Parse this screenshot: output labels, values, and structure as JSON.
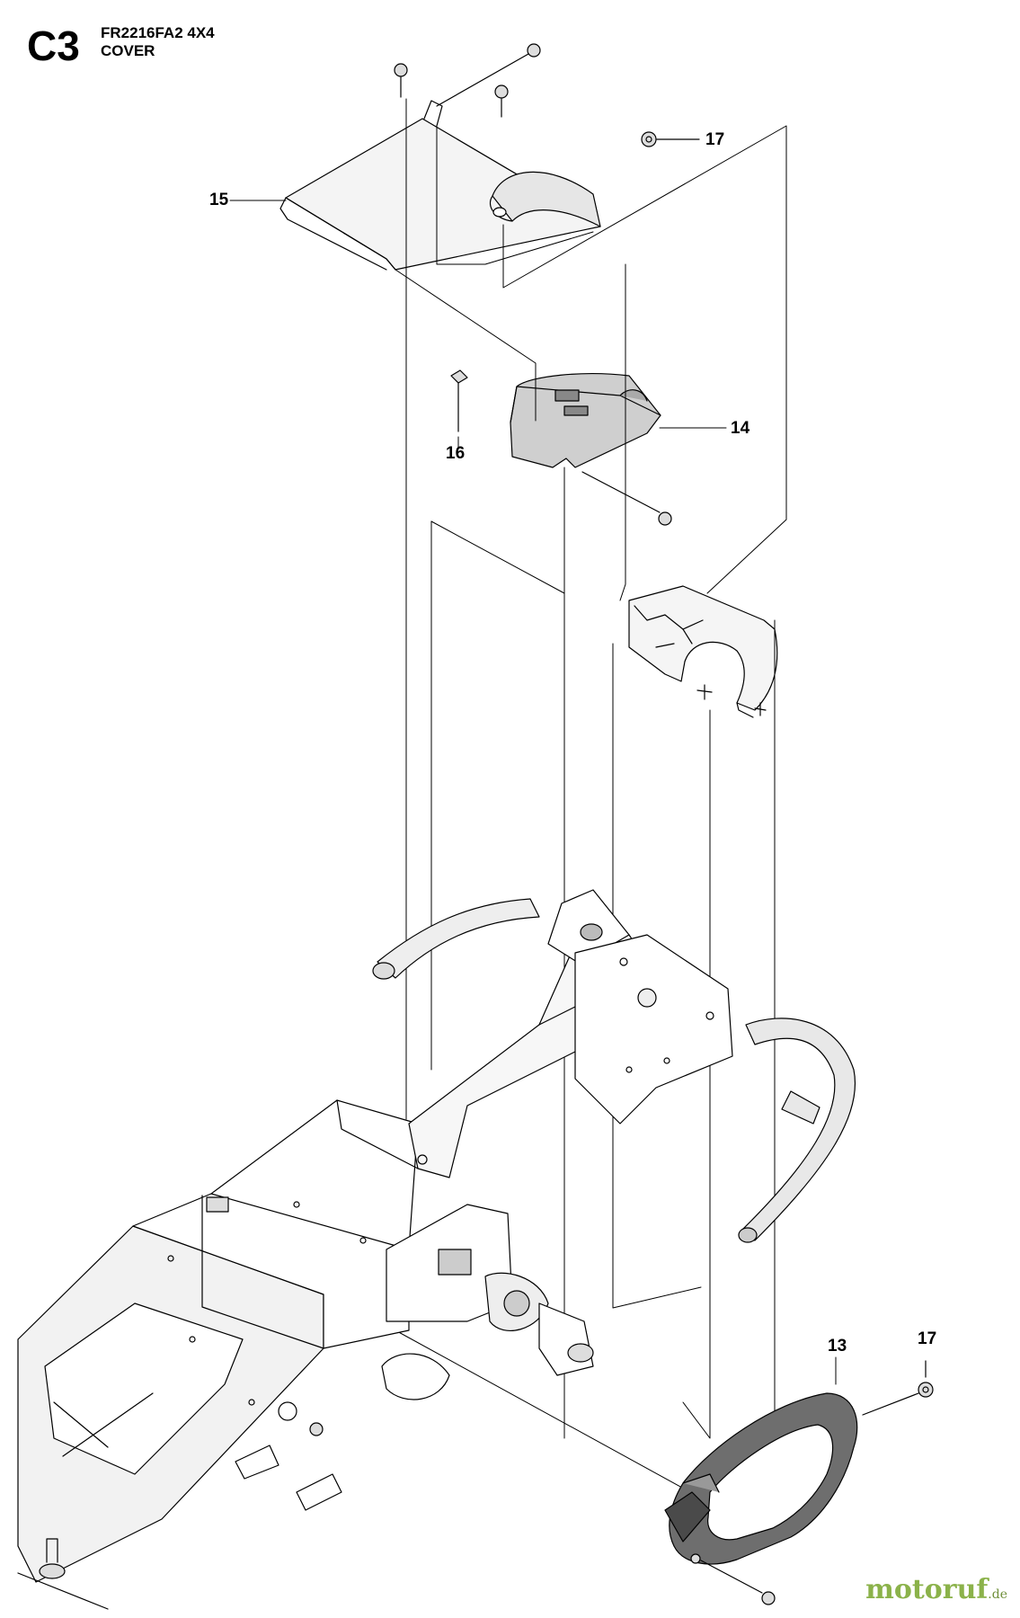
{
  "header": {
    "section_code": "C3",
    "model": "FR2216FA2 4X4",
    "title": "COVER"
  },
  "callouts": {
    "c13": "13",
    "c14": "14",
    "c15": "15",
    "c16": "16",
    "c17_top": "17",
    "c17_bottom": "17"
  },
  "watermark": {
    "brand": "motoruf",
    "tld": ".de",
    "color": "#8bb24a"
  }
}
